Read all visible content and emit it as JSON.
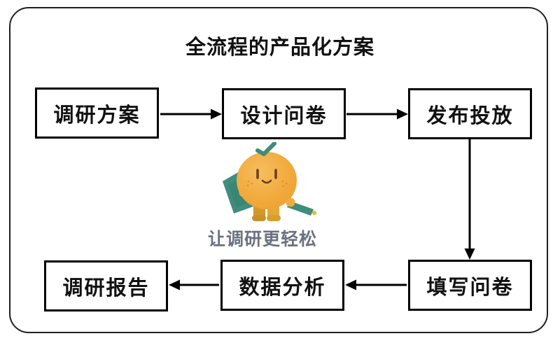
{
  "diagram": {
    "title": "全流程的产品化方案",
    "nodes": [
      {
        "id": "plan",
        "label": "调研方案"
      },
      {
        "id": "design",
        "label": "设计问卷"
      },
      {
        "id": "publish",
        "label": "发布投放"
      },
      {
        "id": "fill",
        "label": "填写问卷"
      },
      {
        "id": "analyze",
        "label": "数据分析"
      },
      {
        "id": "report",
        "label": "调研报告"
      }
    ],
    "edges": [
      {
        "from": "调研方案",
        "to": "设计问卷",
        "direction": "right"
      },
      {
        "from": "设计问卷",
        "to": "发布投放",
        "direction": "right"
      },
      {
        "from": "发布投放",
        "to": "填写问卷",
        "direction": "down"
      },
      {
        "from": "填写问卷",
        "to": "数据分析",
        "direction": "left"
      },
      {
        "from": "数据分析",
        "to": "调研报告",
        "direction": "left"
      }
    ],
    "mascot": {
      "name": "orange-fruit-mascot",
      "caption": "让调研更轻松"
    },
    "colors": {
      "box_border": "#000000",
      "outer_border": "#1f1f1f",
      "arrow": "#000000",
      "caption_gray": "#6a7180",
      "mascot_orange": "#F2AB3E",
      "mascot_teal": "#3F8D7B",
      "mascot_boots": "#D89F2E"
    }
  }
}
